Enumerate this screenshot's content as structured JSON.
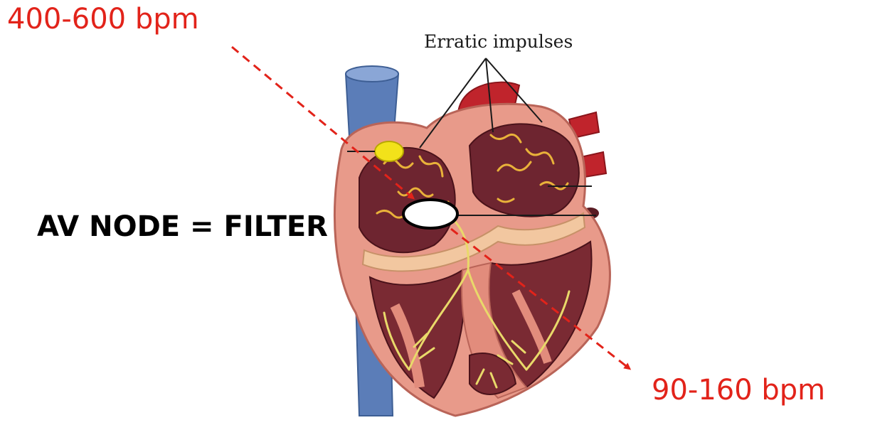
{
  "diagram": {
    "labels": {
      "erratic_impulses": "Erratic impulses",
      "av_node": "AV NODE = FILTER",
      "atrial_rate": "400-600 bpm",
      "ventricular_rate": "90-160 bpm"
    },
    "colors": {
      "rate_text": "#e2231a",
      "arrow": "#e2231a",
      "node_fill": "#ffffff",
      "conduction_fibers": "#e9d96a",
      "heart_wall": "#e89a8a",
      "chamber": "#6e2530",
      "vena_cava": "#5b7db8",
      "artery": "#c0242c",
      "sa_node": "#f2e21a"
    }
  }
}
